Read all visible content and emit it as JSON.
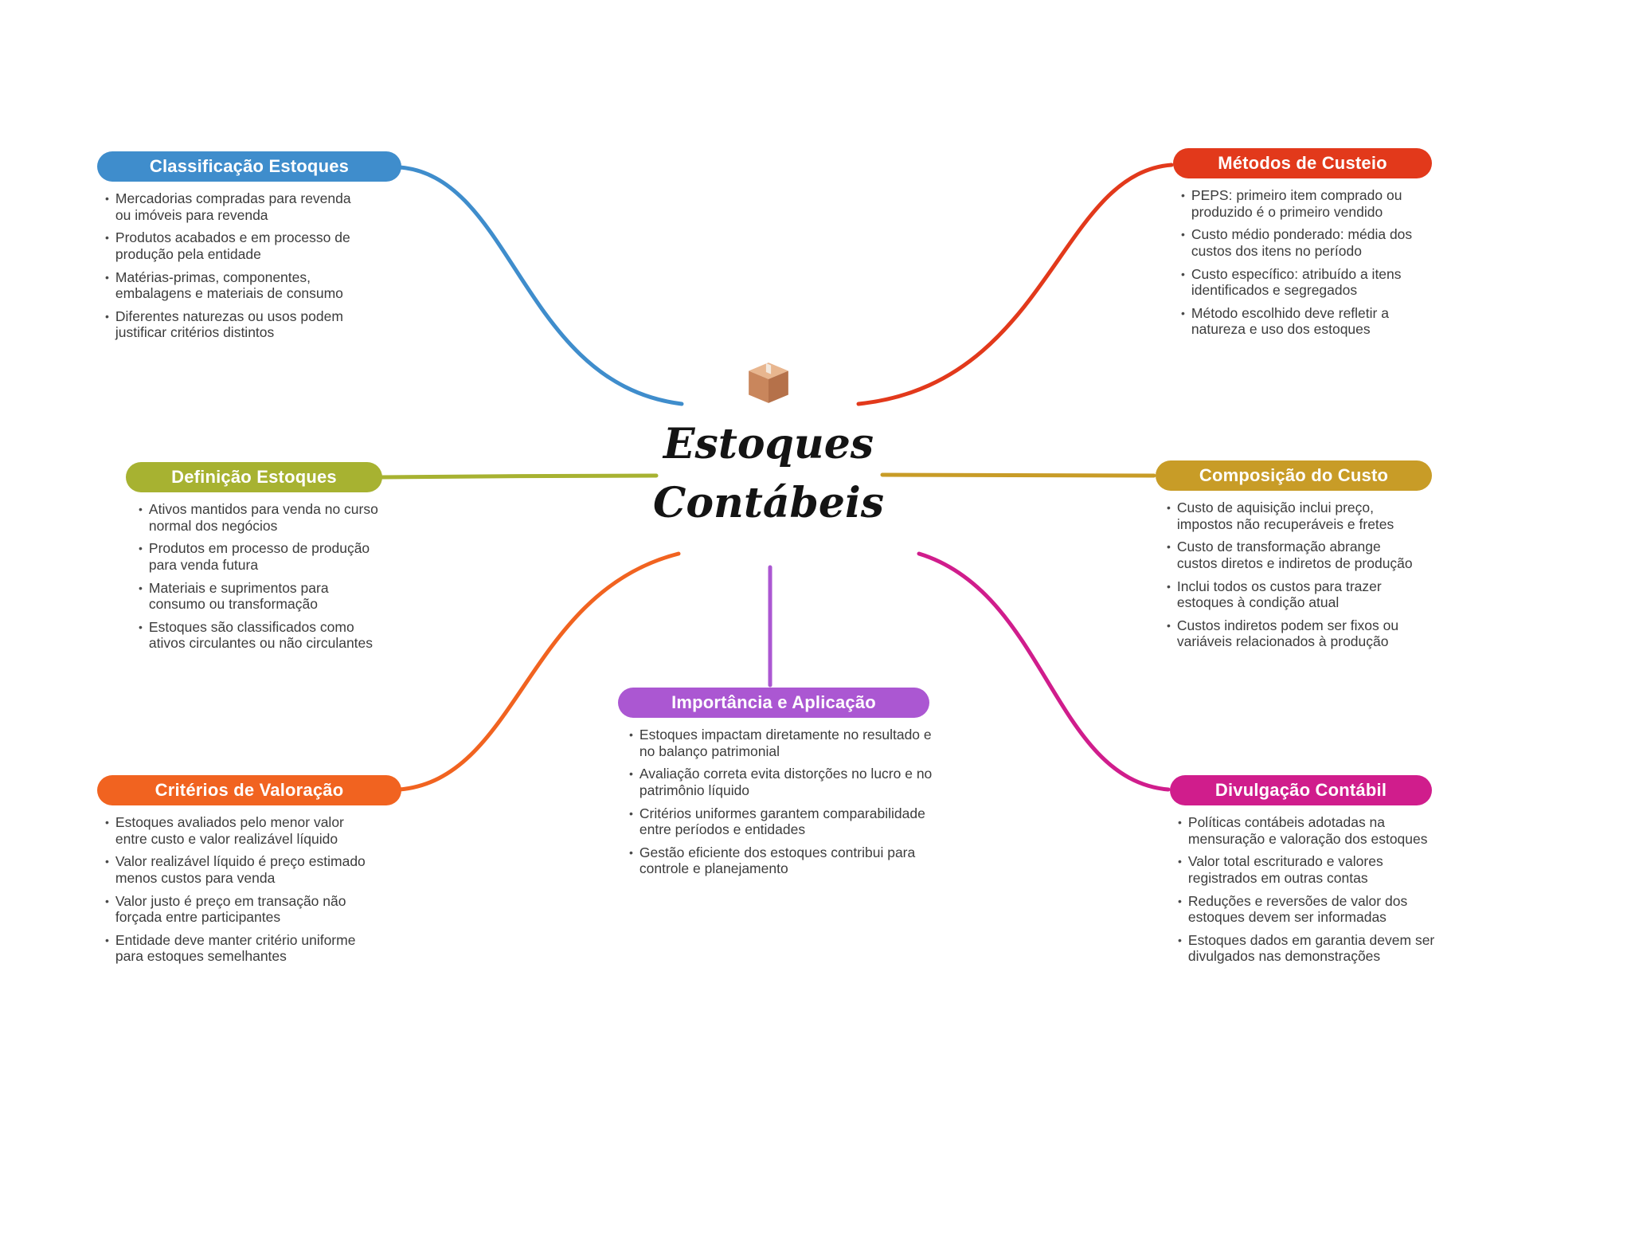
{
  "center": {
    "icon": "package-icon",
    "title_line1": "Estoques",
    "title_line2": "Contábeis"
  },
  "nodes": [
    {
      "id": "classificacao",
      "label": "Classificação Estoques",
      "color": "#3f8dcc",
      "bullets": [
        "Mercadorias compradas para revenda ou imóveis para revenda",
        "Produtos acabados e em processo de produção pela entidade",
        "Matérias-primas, componentes, embalagens e materiais de consumo",
        "Diferentes naturezas ou usos podem justificar critérios distintos"
      ]
    },
    {
      "id": "definicao",
      "label": "Definição Estoques",
      "color": "#a7b231",
      "bullets": [
        "Ativos mantidos para venda no curso normal dos negócios",
        "Produtos em processo de produção para venda futura",
        "Materiais e suprimentos para consumo ou transformação",
        "Estoques são classificados como ativos circulantes ou não circulantes"
      ]
    },
    {
      "id": "criterios",
      "label": "Critérios de Valoração",
      "color": "#f16320",
      "bullets": [
        "Estoques avaliados pelo menor valor entre custo e valor realizável líquido",
        "Valor realizável líquido é preço estimado menos custos para venda",
        "Valor justo é preço em transação não forçada entre participantes",
        "Entidade deve manter critério uniforme para estoques semelhantes"
      ]
    },
    {
      "id": "metodos",
      "label": "Métodos de Custeio",
      "color": "#e2391b",
      "bullets": [
        "PEPS: primeiro item comprado ou produzido é o primeiro vendido",
        "Custo médio ponderado: média dos custos dos itens no período",
        "Custo específico: atribuído a itens identificados e segregados",
        "Método escolhido deve refletir a natureza e uso dos estoques"
      ]
    },
    {
      "id": "composicao",
      "label": "Composição do Custo",
      "color": "#c89c27",
      "bullets": [
        "Custo de aquisição inclui preço, impostos não recuperáveis e fretes",
        "Custo de transformação abrange custos diretos e indiretos de produção",
        "Inclui todos os custos para trazer estoques à condição atual",
        "Custos indiretos podem ser fixos ou variáveis relacionados à produção"
      ]
    },
    {
      "id": "divulgacao",
      "label": "Divulgação Contábil",
      "color": "#d01d8c",
      "bullets": [
        "Políticas contábeis adotadas na mensuração e valoração dos estoques",
        "Valor total escriturado e valores registrados em outras contas",
        "Reduções e reversões de valor dos estoques devem ser informadas",
        "Estoques dados em garantia devem ser divulgados nas demonstrações"
      ]
    },
    {
      "id": "importancia",
      "label": "Importância e Aplicação",
      "color": "#ab57d2",
      "bullets": [
        "Estoques impactam diretamente no resultado e no balanço patrimonial",
        "Avaliação correta evita distorções no lucro e no patrimônio líquido",
        "Critérios uniformes garantem comparabilidade entre períodos e entidades",
        "Gestão eficiente dos estoques contribui para controle e planejamento"
      ]
    }
  ]
}
